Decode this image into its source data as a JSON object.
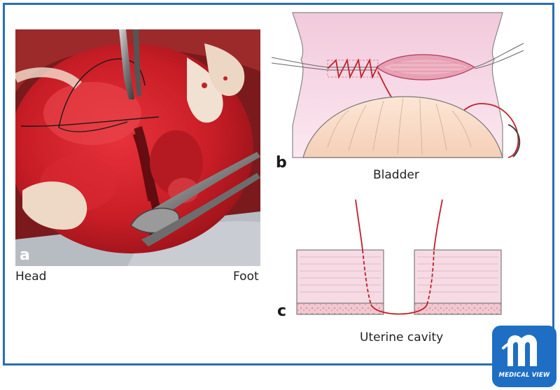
{
  "panels": {
    "a": {
      "letter": "a",
      "caption_left": "Head",
      "caption_right": "Foot"
    },
    "b": {
      "letter": "b",
      "caption": "Bladder"
    },
    "c": {
      "letter": "c",
      "caption": "Uterine cavity"
    }
  },
  "logo": {
    "text": "MEDICAL VIEW"
  },
  "colors": {
    "frame": "#2a6db5",
    "suture": "#c01f2a",
    "logo": "#1e6fc4"
  }
}
